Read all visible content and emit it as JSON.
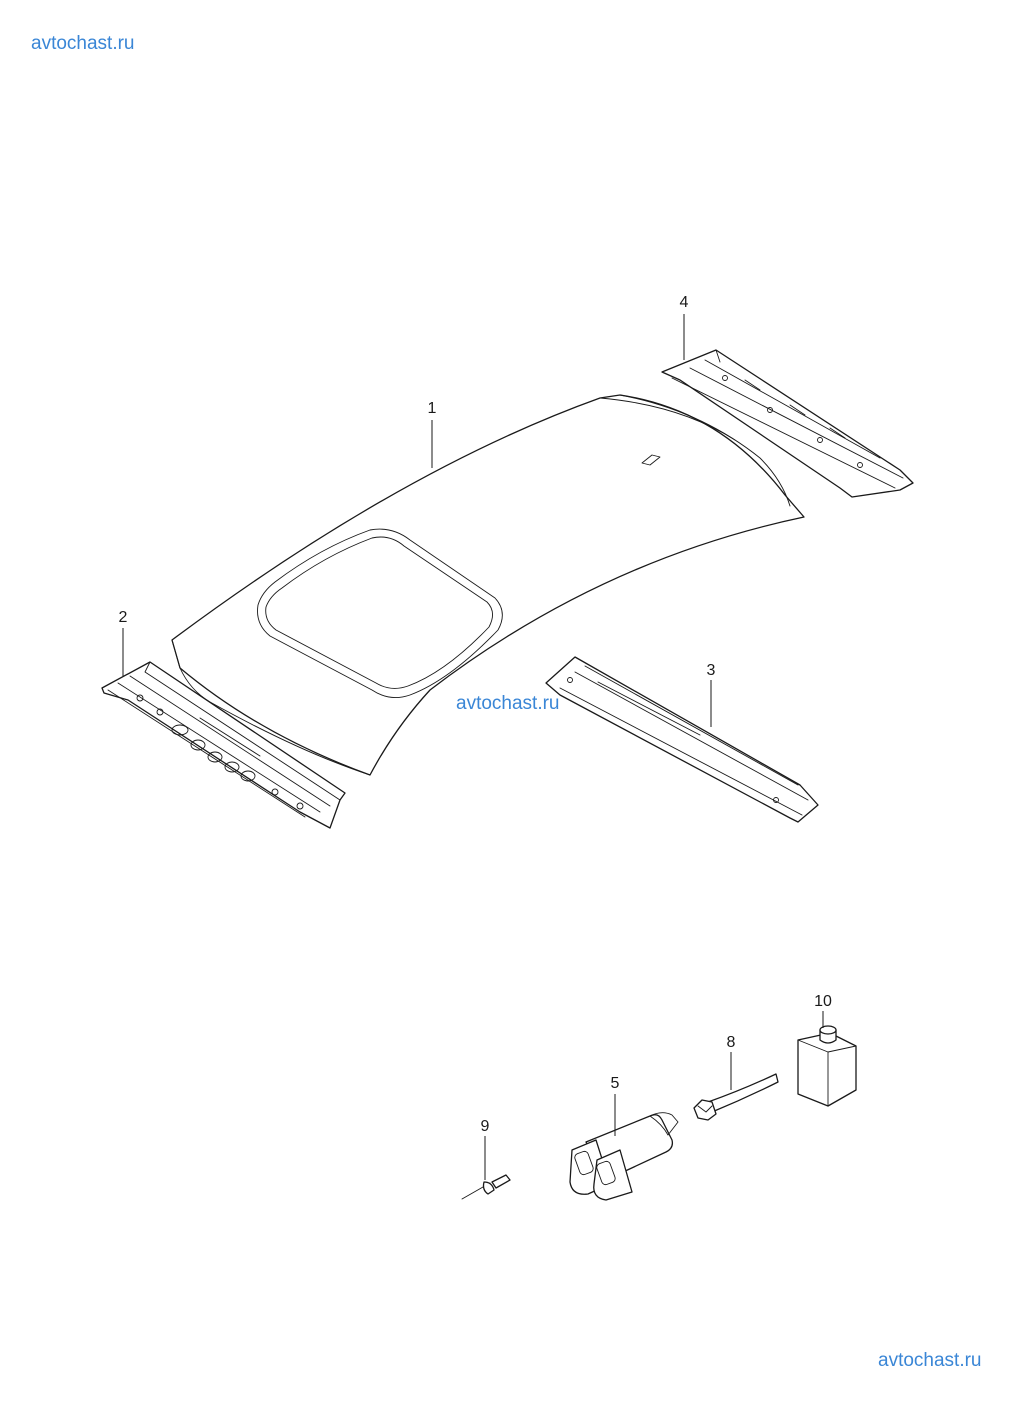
{
  "watermarks": {
    "top": "avtochast.ru",
    "middle": "avtochast.ru",
    "bottom": "avtochast.ru"
  },
  "callouts": {
    "c1": "1",
    "c2": "2",
    "c3": "3",
    "c4": "4",
    "c5": "5",
    "c8": "8",
    "c9": "9",
    "c10": "10"
  },
  "colors": {
    "watermark": "#3a86d6",
    "line": "#1a1a1a",
    "background": "#ffffff"
  }
}
